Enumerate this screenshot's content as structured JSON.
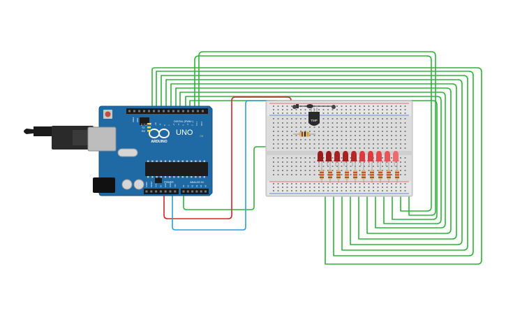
{
  "arduino": {
    "brand": "ARDUINO",
    "model": "UNO",
    "digital_header": "DIGITAL (PWM~)",
    "power_header": "POWER",
    "analog_header": "ANALOG IN",
    "aref_label": "AREF",
    "gnd_label": "GND",
    "tx_label": "TX",
    "rx_label": "RX",
    "on_label": "ON",
    "l_label": "L",
    "pin_labels": [
      "13",
      "12",
      "~11",
      "~10",
      "~9",
      "8",
      "7",
      "~6",
      "~5",
      "4",
      "~3",
      "2",
      "TX 1",
      "RX 0"
    ],
    "power_pins": [
      "IOREF",
      "RESET",
      "3.3V",
      "5V",
      "GND",
      "GND",
      "VIN"
    ],
    "analog_pins": [
      "A0",
      "A1",
      "A2",
      "A3",
      "A4",
      "A5"
    ]
  },
  "sensor": {
    "label": "TMP"
  },
  "leds": {
    "count": 10,
    "colors": [
      "#9a1b1b",
      "#9a1b1b",
      "#a82020",
      "#a82020",
      "#b82525",
      "#e0393d",
      "#e0393d",
      "#e8474a",
      "#ea5456",
      "#ef6b6d"
    ]
  },
  "wire_colors": {
    "green": "#2fb33a",
    "red": "#d22626",
    "blue": "#2b9fd4",
    "orange": "#e07b2a"
  }
}
